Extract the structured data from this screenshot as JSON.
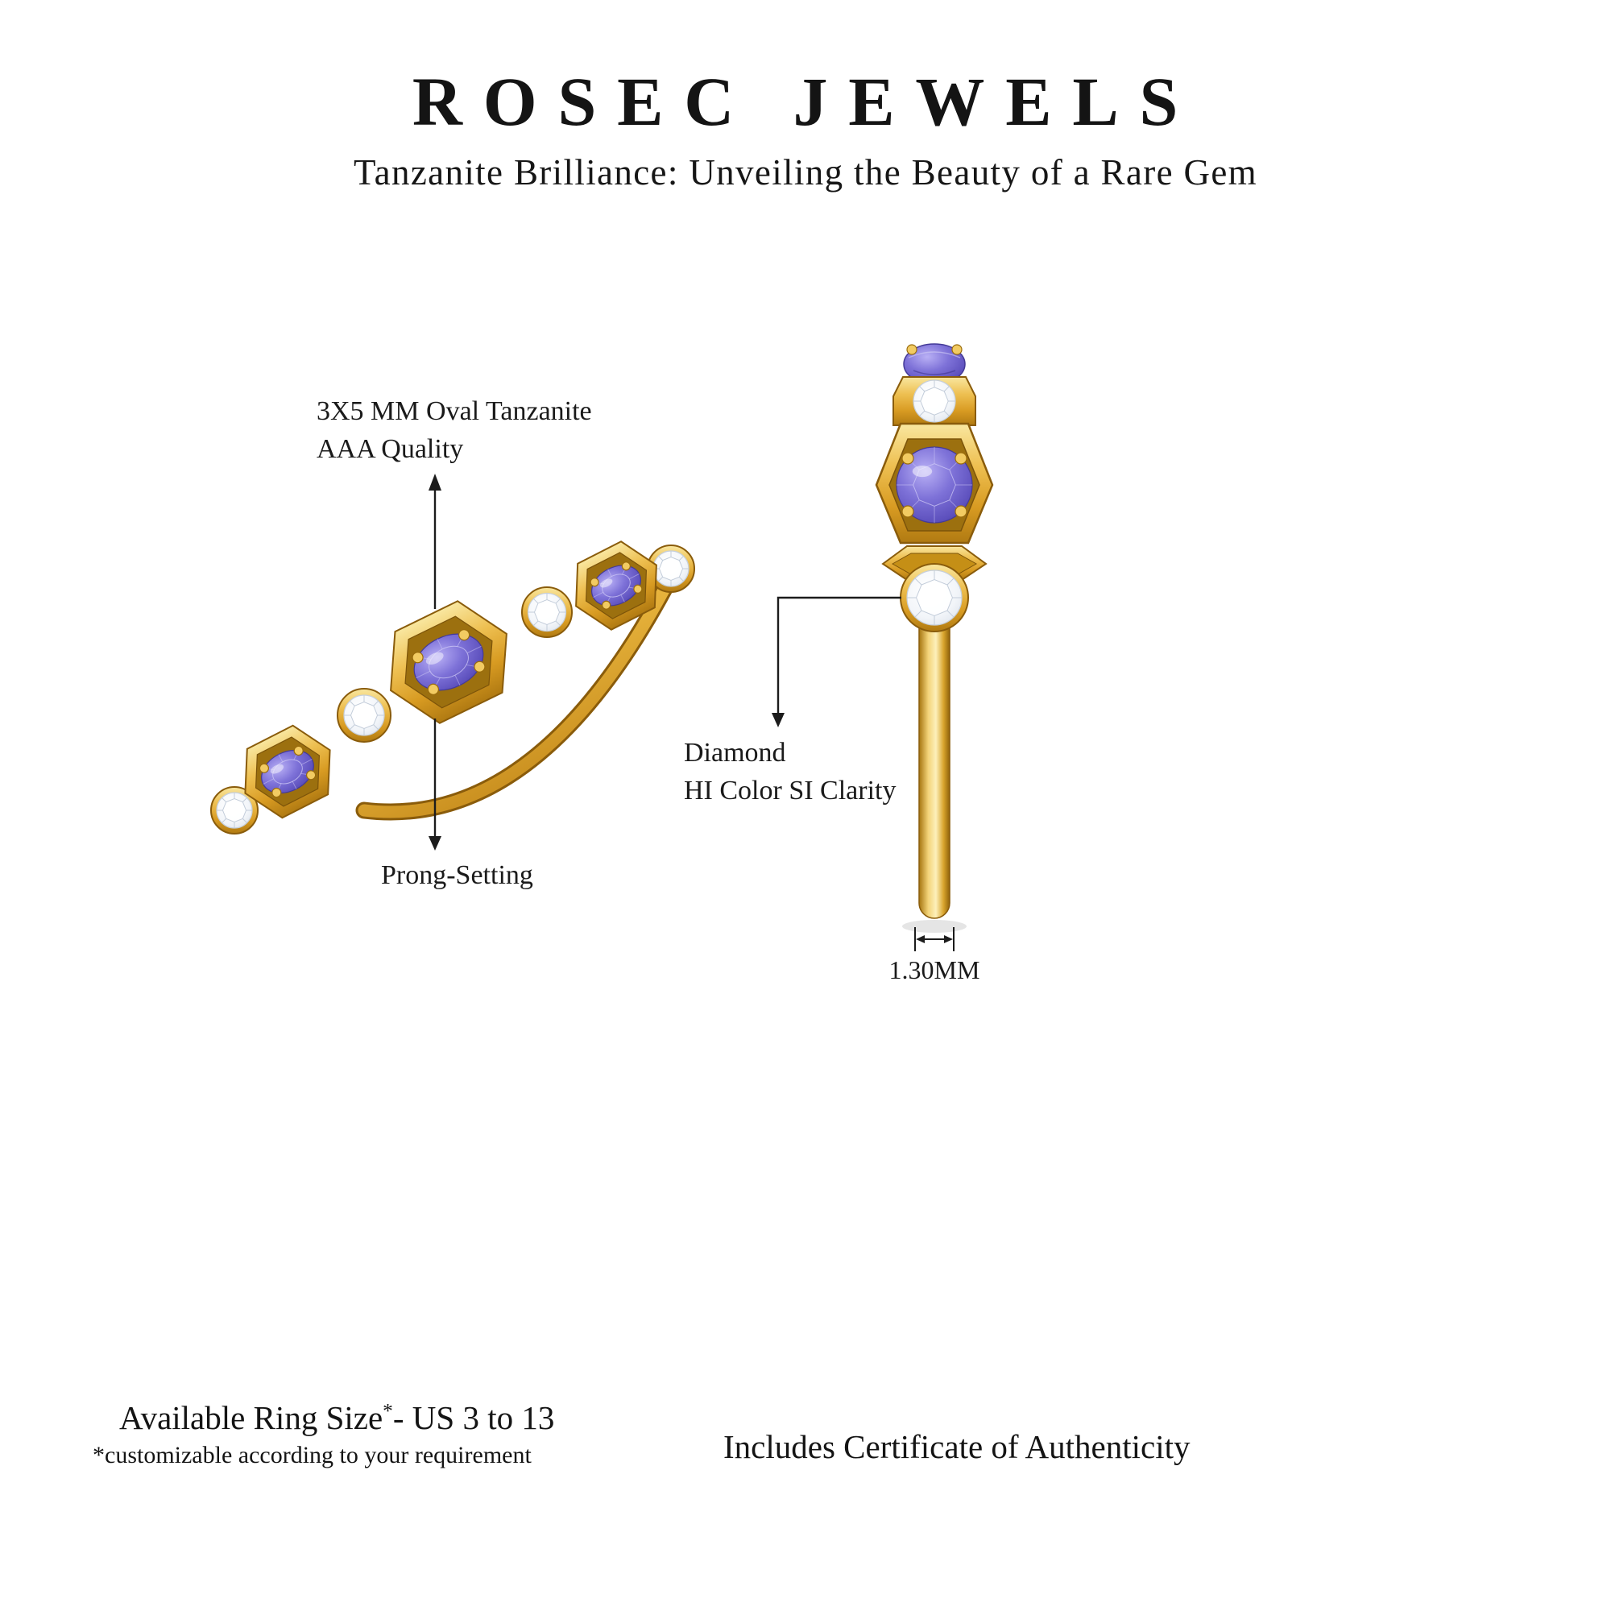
{
  "header": {
    "brand": "ROSEC JEWELS",
    "tagline": "Tanzanite Brilliance: Unveiling the Beauty of a Rare Gem"
  },
  "annotations": {
    "tanzanite_line1": "3X5 MM Oval Tanzanite",
    "tanzanite_line2": "AAA Quality",
    "prong": "Prong-Setting",
    "diamond_line1": "Diamond",
    "diamond_line2": "HI Color SI Clarity",
    "band_width": "1.30MM"
  },
  "footer": {
    "ring_size_label": "Available Ring Size",
    "ring_size_asterisk": "*",
    "ring_size_value": "- US 3 to 13",
    "customizable_note": "*customizable according to your requirement",
    "certificate_note": "Includes Certificate of Authenticity"
  },
  "colors": {
    "background": "#ffffff",
    "text": "#1a1a1a",
    "gold": "#e2ac33",
    "gold_light": "#f8e18e",
    "gold_dark": "#8a5c0b",
    "tanzanite": "#6a5ec9",
    "tanzanite_dark": "#3d3295",
    "diamond": "#eef1f6"
  },
  "icons": {
    "leader_lines": "arrow-leader-line",
    "width_measure": "double-headed-arrow"
  }
}
